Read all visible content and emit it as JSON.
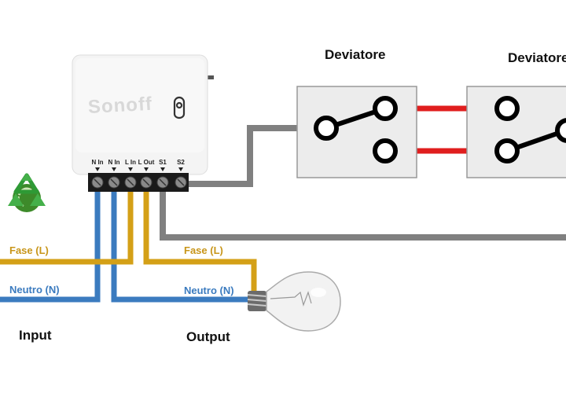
{
  "labels": {
    "switch_1": "Deviatore",
    "switch_2": "Deviatore",
    "input": "Input",
    "output": "Output",
    "phase_in": "Fase (L)",
    "neutral_in": "Neutro (N)",
    "phase_out": "Fase (L)",
    "neutral_out": "Neutro (N)"
  },
  "device": {
    "brand": "Sonoff",
    "terminals": [
      "N In",
      "N In",
      "L In",
      "L Out",
      "S1",
      "S2"
    ]
  },
  "colors": {
    "phase": "#d4a017",
    "neutral": "#3b7bbf",
    "switch_wire": "#808080",
    "traveler": "#e01e1e"
  },
  "icons": [
    "recycle-icon",
    "light-bulb-icon",
    "toggle-switch-icon"
  ]
}
